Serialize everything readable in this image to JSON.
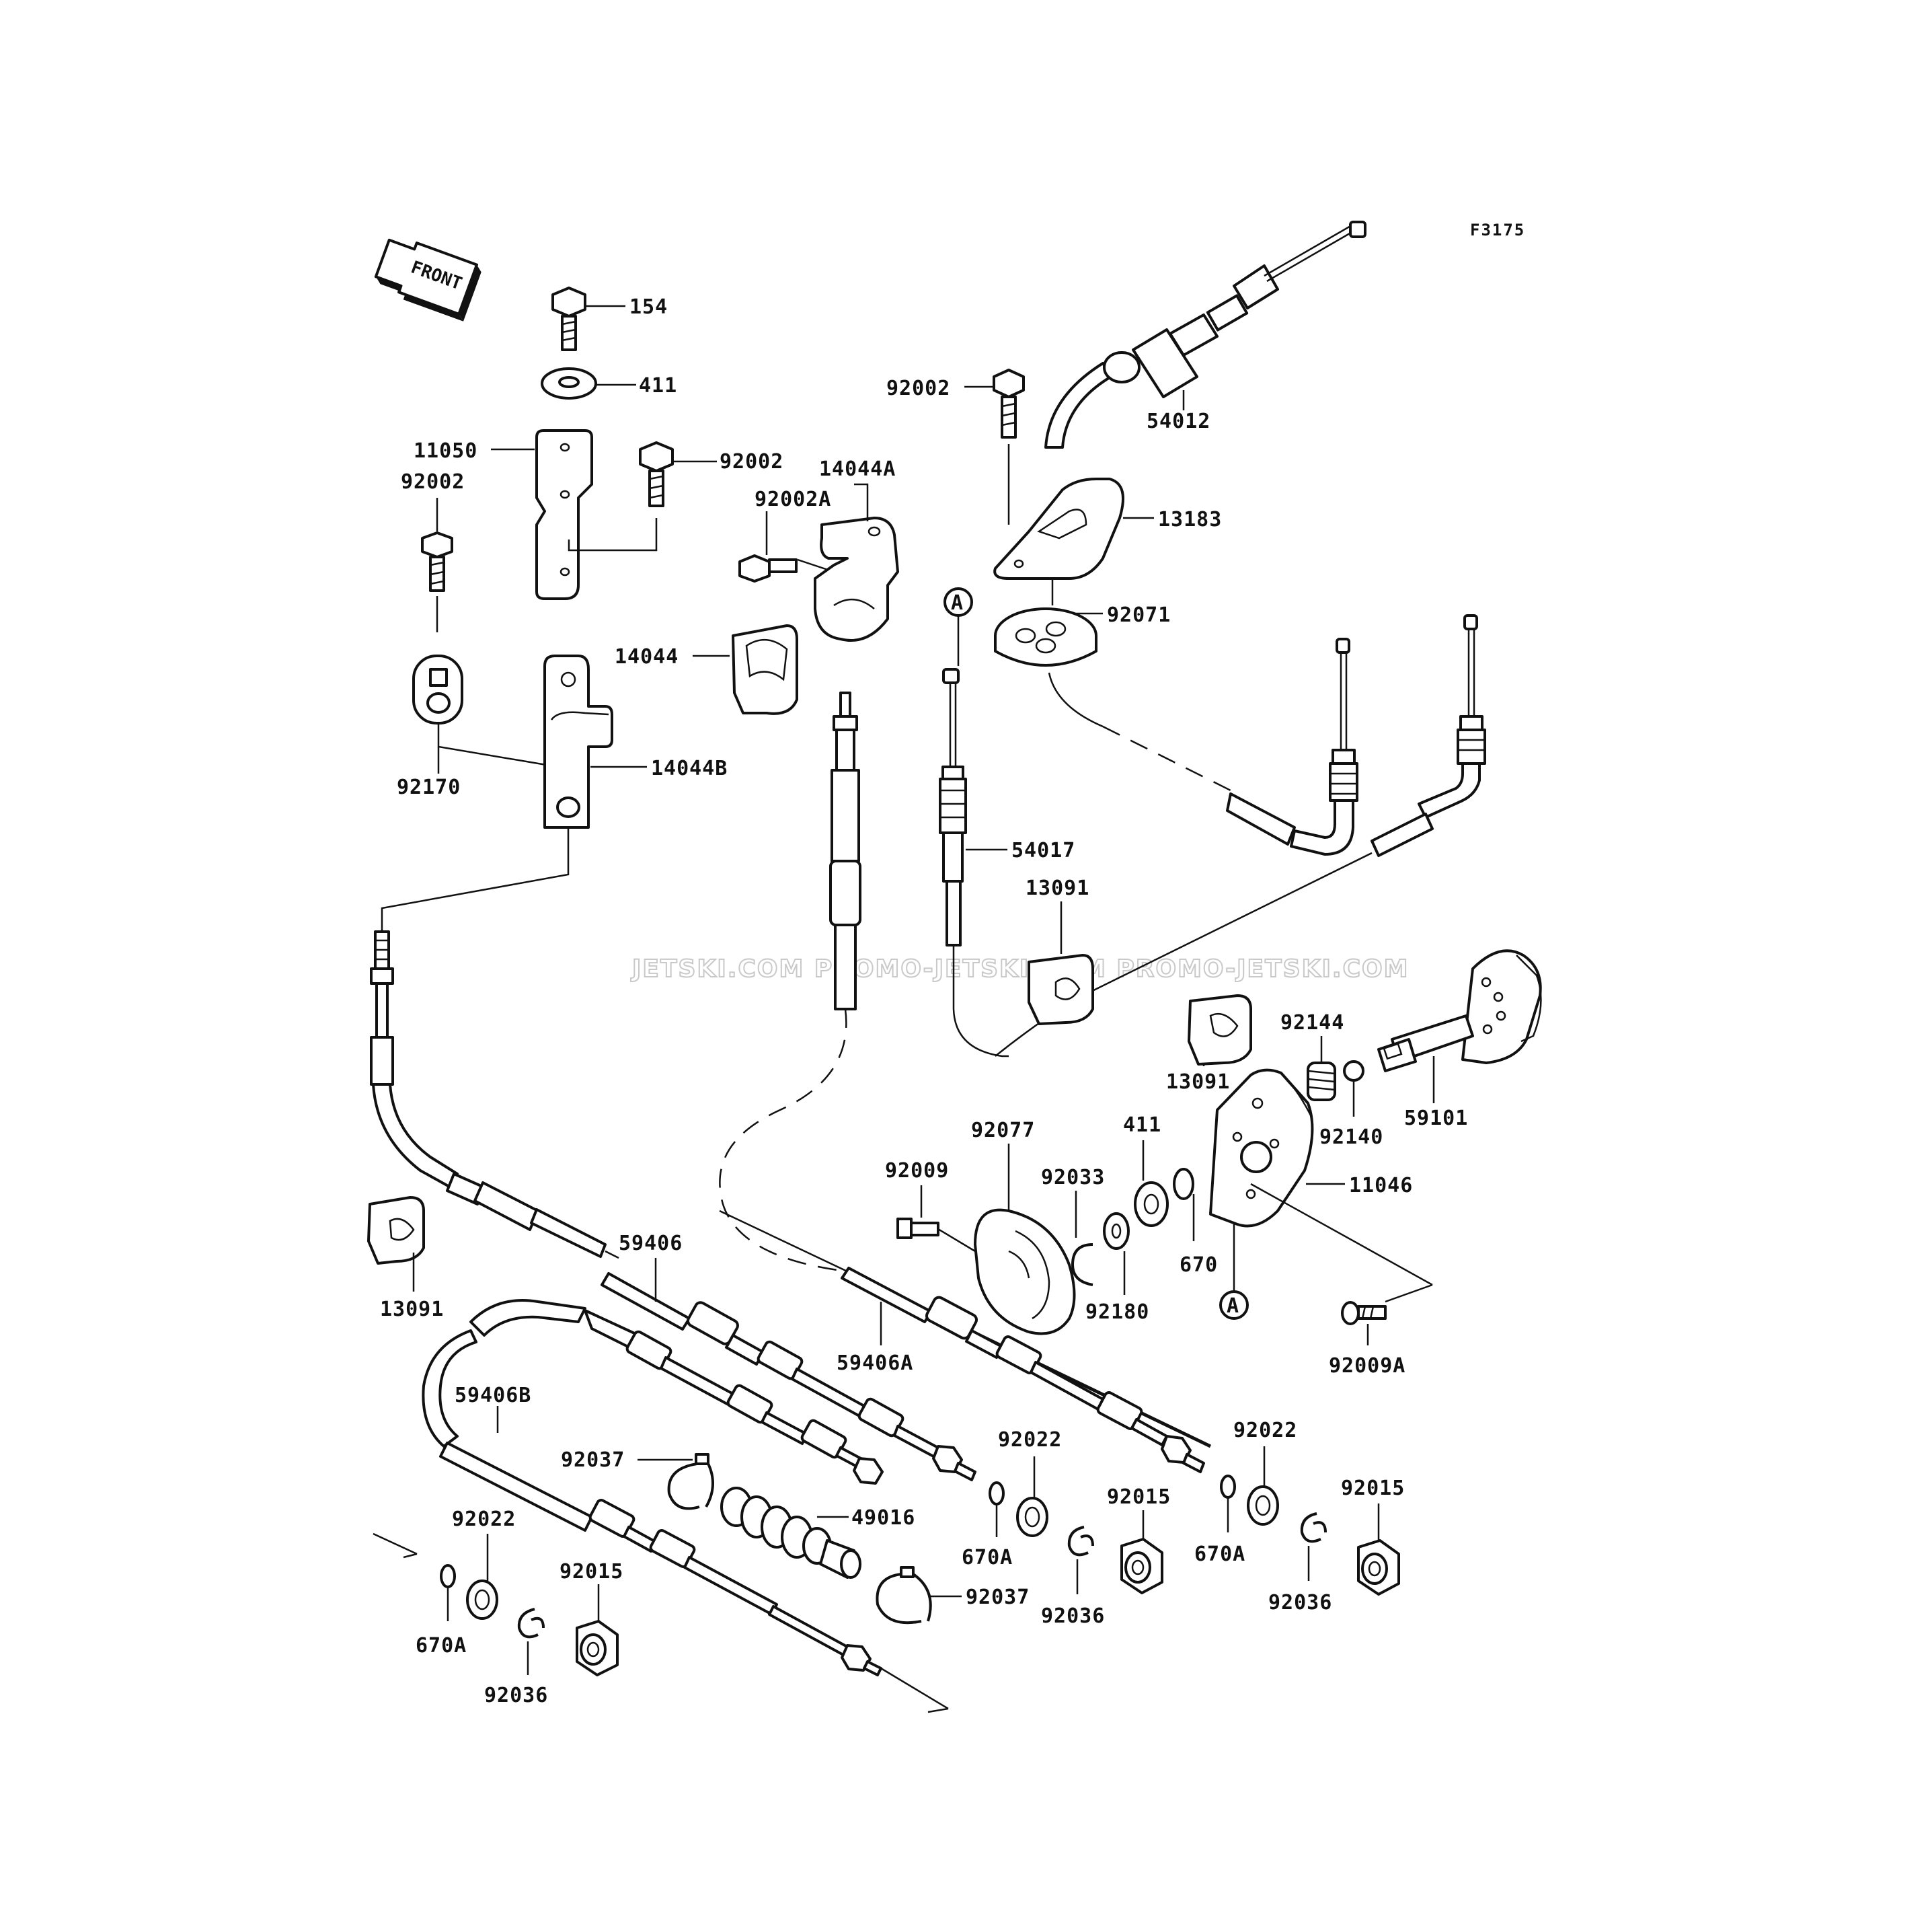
{
  "figure_code": "F3175",
  "orientation_badge": "FRONT",
  "watermark": "JETSKI.COM   PROMO-JETSKI.COM   PROMO-JETSKI.COM",
  "callout_ref": "A",
  "parts": {
    "p154": "154",
    "p411_top": "411",
    "p11050": "11050",
    "p92002_left": "92002",
    "p92002_mid": "92002",
    "p92002A": "92002A",
    "p14044A": "14044A",
    "p14044": "14044",
    "p14044B": "14044B",
    "p92170": "92170",
    "p92002_top": "92002",
    "p54012": "54012",
    "p13183": "13183",
    "p92071": "92071",
    "p54017": "54017",
    "p13091_center": "13091",
    "p13091_right": "13091",
    "p13091_left": "13091",
    "p92144": "92144",
    "p92140": "92140",
    "p59101": "59101",
    "p92077": "92077",
    "p411_mid": "411",
    "p92009": "92009",
    "p92033": "92033",
    "p11046": "11046",
    "p670": "670",
    "p92180": "92180",
    "p59406": "59406",
    "p59406A": "59406A",
    "p59406B": "59406B",
    "p92009A": "92009A",
    "p92022_a": "92022",
    "p92022_b": "92022",
    "p92022_c": "92022",
    "p92037_a": "92037",
    "p92037_b": "92037",
    "p49016": "49016",
    "p670A_a": "670A",
    "p670A_b": "670A",
    "p670A_c": "670A",
    "p92015_a": "92015",
    "p92015_b": "92015",
    "p92015_c": "92015",
    "p92036_a": "92036",
    "p92036_b": "92036",
    "p92036_c": "92036"
  }
}
